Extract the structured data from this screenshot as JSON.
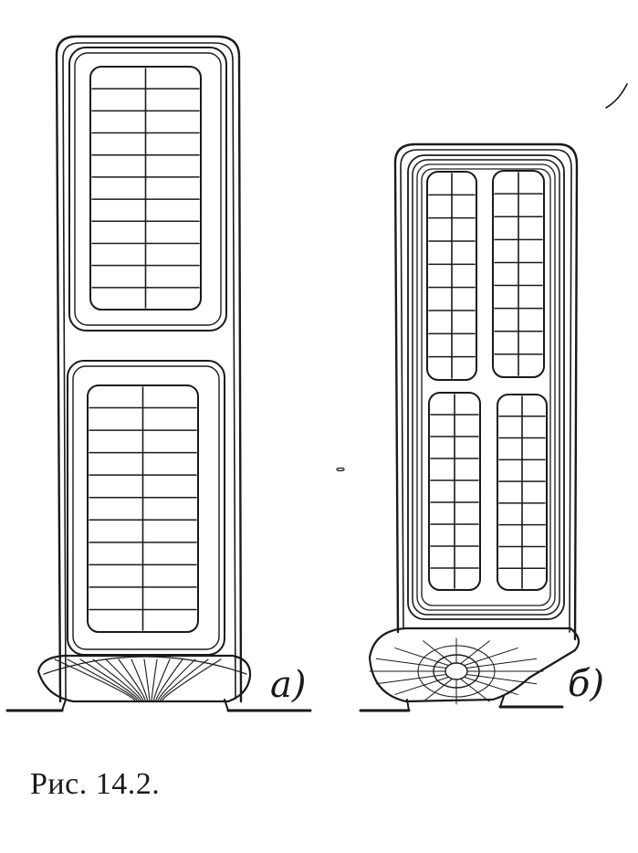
{
  "figure": {
    "label_a": "a)",
    "label_b": "б)",
    "caption": "Рис. 14.2."
  },
  "colors": {
    "ink": "#1a1a1a",
    "paper": "#ffffff"
  }
}
